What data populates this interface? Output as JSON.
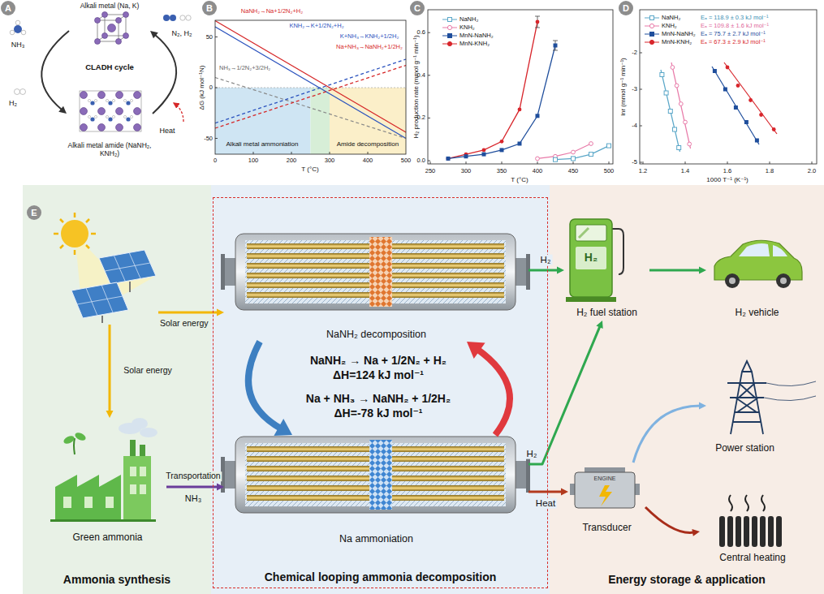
{
  "diagram": {
    "nodes": [
      {
        "text": [
          "A"
        ]
      },
      {
        "text": [
          "B"
        ]
      },
      {
        "text": [
          "C"
        ]
      },
      {
        "text": [
          "D"
        ]
      },
      {
        "text": [
          "E"
        ]
      },
      {
        "text": [
          "Alkali metal (Na, K)"
        ]
      },
      {
        "text": [
          "Alkali metal amide (NaNH₂, KNH₂)"
        ]
      },
      {
        "text": [
          "Ammonia synthesis"
        ]
      },
      {
        "text": [
          "Solar energy"
        ],
        "in": 7
      },
      {
        "text": [
          "Green ammonia"
        ],
        "in": 7
      },
      {
        "text": [
          "Chemical looping ammonia decomposition"
        ]
      },
      {
        "text": [
          "NaNH₂ decomposition"
        ],
        "in": 10
      },
      {
        "text": [
          "Na ammoniation"
        ],
        "in": 10
      },
      {
        "text": [
          "Energy storage & application"
        ]
      },
      {
        "text": [
          "H₂ fuel station"
        ],
        "in": 13
      },
      {
        "text": [
          "H₂ vehicle"
        ],
        "in": 13
      },
      {
        "text": [
          "Power station"
        ],
        "in": 13
      },
      {
        "text": [
          "Transducer"
        ],
        "in": 13
      },
      {
        "text": [
          "Central heating"
        ],
        "in": 13
      }
    ],
    "edges": [
      {
        "from": 5,
        "to": 6,
        "arrow": "to"
      },
      {
        "from": 6,
        "to": 5,
        "arrow": "to"
      },
      {
        "from": 8,
        "to": 11,
        "arrow": "to"
      },
      {
        "from": 8,
        "to": 9,
        "label": "Solar energy",
        "arrow": "to"
      },
      {
        "from": 9,
        "to": 12,
        "label": "Transportation",
        "arrow": "to"
      },
      {
        "from": 11,
        "to": 12,
        "arrow": "to"
      },
      {
        "from": 12,
        "to": 11,
        "arrow": "to"
      },
      {
        "from": 11,
        "to": 14,
        "label": "H₂",
        "arrow": "to"
      },
      {
        "from": 12,
        "to": 14,
        "label": "H₂",
        "arrow": "to"
      },
      {
        "from": 12,
        "to": 17,
        "label": "Heat",
        "arrow": "to"
      },
      {
        "from": 14,
        "to": 15,
        "arrow": "to"
      },
      {
        "from": 17,
        "to": 16,
        "arrow": "to"
      },
      {
        "from": 17,
        "to": 18,
        "arrow": "to"
      }
    ],
    "labels": [
      "NH₃",
      "H₂",
      "CLADH cycle",
      "N₂, H₂",
      "Heat",
      "ΔG (kJ mol⁻¹N)",
      "50",
      "0",
      "-50",
      "0",
      "100",
      "200",
      "300",
      "400",
      "500",
      "T (°C)",
      "NaNH₂→Na+1/2N₂+H₂",
      "KNH₂→K+1/2N₂+H₂",
      "NH₃→1/2N₂+3/2H₂",
      "K+NH₃→KNH₂+1/2H₂",
      "Na+NH₃→NaNH₂+1/2H₂",
      "Alkali metal ammoniation",
      "Amide decomposition",
      "H₂ production rate (mmol g⁻¹ min⁻¹)",
      "0.0",
      "0.2",
      "0.4",
      "0.6",
      "250",
      "300",
      "350",
      "400",
      "450",
      "500",
      "T (°C)",
      "lnr (mmol g⁻¹ min⁻¹)",
      "-2",
      "-3",
      "-4",
      "-5",
      "1.2",
      "1.4",
      "1.6",
      "1.8",
      "2.0",
      "1000 T⁻¹ (K⁻¹)",
      "Eₐ = 118.9 ± 0.3 kJ mol⁻¹",
      "Eₐ = 109.8 ± 1.6 kJ mol⁻¹",
      "Eₐ = 75.7 ± 2.7 kJ mol⁻¹",
      "Eₐ = 67.3 ± 2.9 kJ mol⁻¹",
      "NH₃",
      "NaNH₂ → Na + 1/2N₂ + H₂",
      "ΔH=124 kJ mol⁻¹",
      "Na + NH₃ → NaNH₂ + 1/2H₂",
      "ΔH=-78 kJ mol⁻¹",
      "H₂",
      "ENGINE"
    ],
    "legend": [
      {
        "text": "NaNH₂"
      },
      {
        "text": "KNH₂"
      },
      {
        "text": "MnN-NaNH₂"
      },
      {
        "text": "MnN-KNH₂"
      },
      {
        "text": "NaNH₂"
      },
      {
        "text": "KNH₂"
      },
      {
        "text": "MnN-NaNH₂"
      },
      {
        "text": "MnN-KNH₂"
      }
    ]
  }
}
